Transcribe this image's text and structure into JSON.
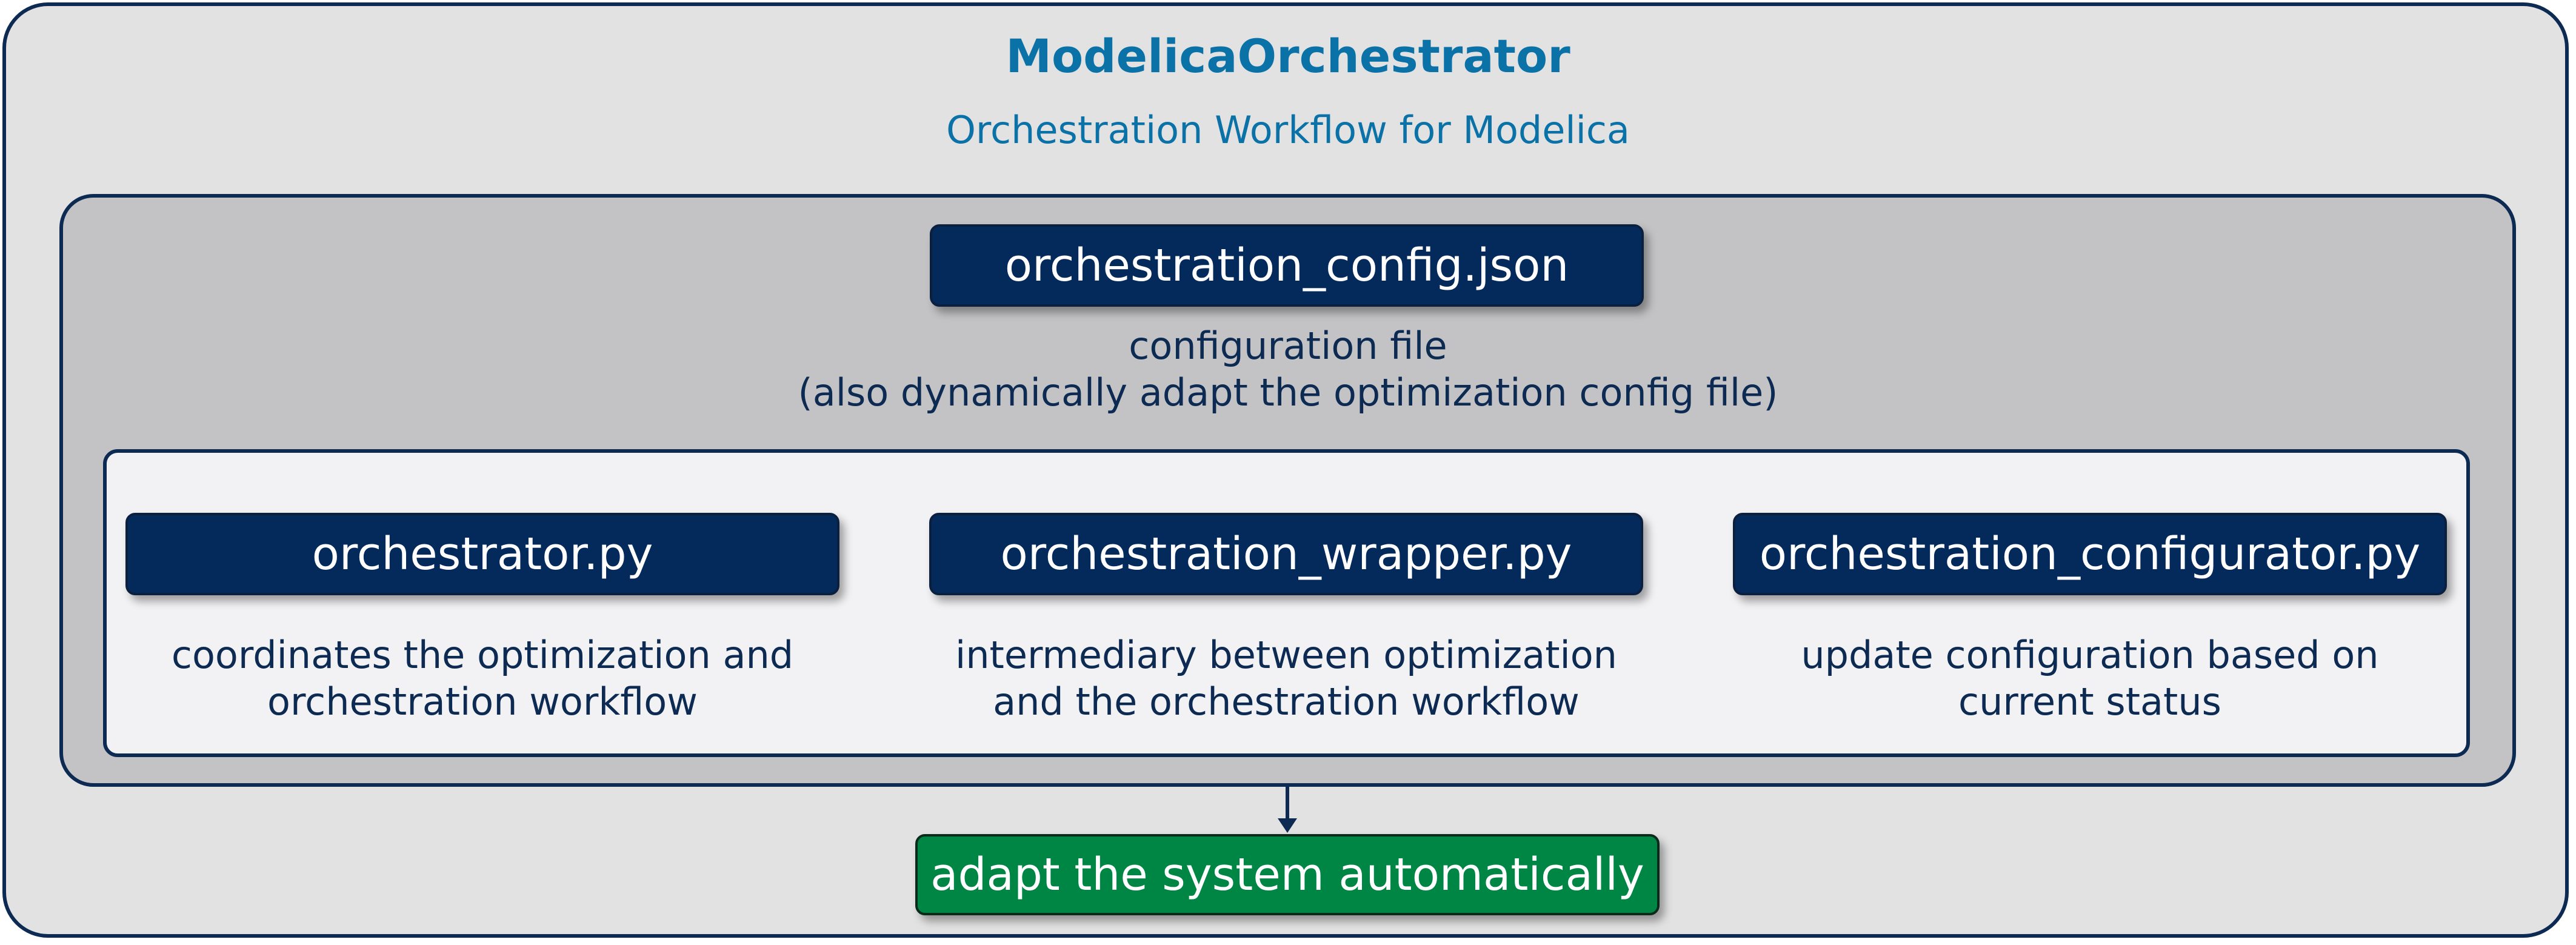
{
  "header": {
    "title": "ModelicaOrchestrator",
    "subtitle": "Orchestration Workflow for Modelica"
  },
  "config_block": {
    "label": "orchestration_config.json",
    "desc_line1": "configuration file",
    "desc_line2": "(also dynamically adapt the optimization config file)"
  },
  "components": [
    {
      "label": "orchestrator.py",
      "desc_line1": "coordinates the optimization and",
      "desc_line2": "orchestration workflow"
    },
    {
      "label": "orchestration_wrapper.py",
      "desc_line1": "intermediary between optimization",
      "desc_line2": "and the orchestration workflow"
    },
    {
      "label": "orchestration_configurator.py",
      "desc_line1": "update configuration based on",
      "desc_line2": "current status"
    }
  ],
  "output": {
    "label": "adapt the system automatically"
  },
  "colors": {
    "title": "#0b72a8",
    "box_fill": "#04295b",
    "output_fill": "#008644",
    "border": "#0d2a52"
  }
}
